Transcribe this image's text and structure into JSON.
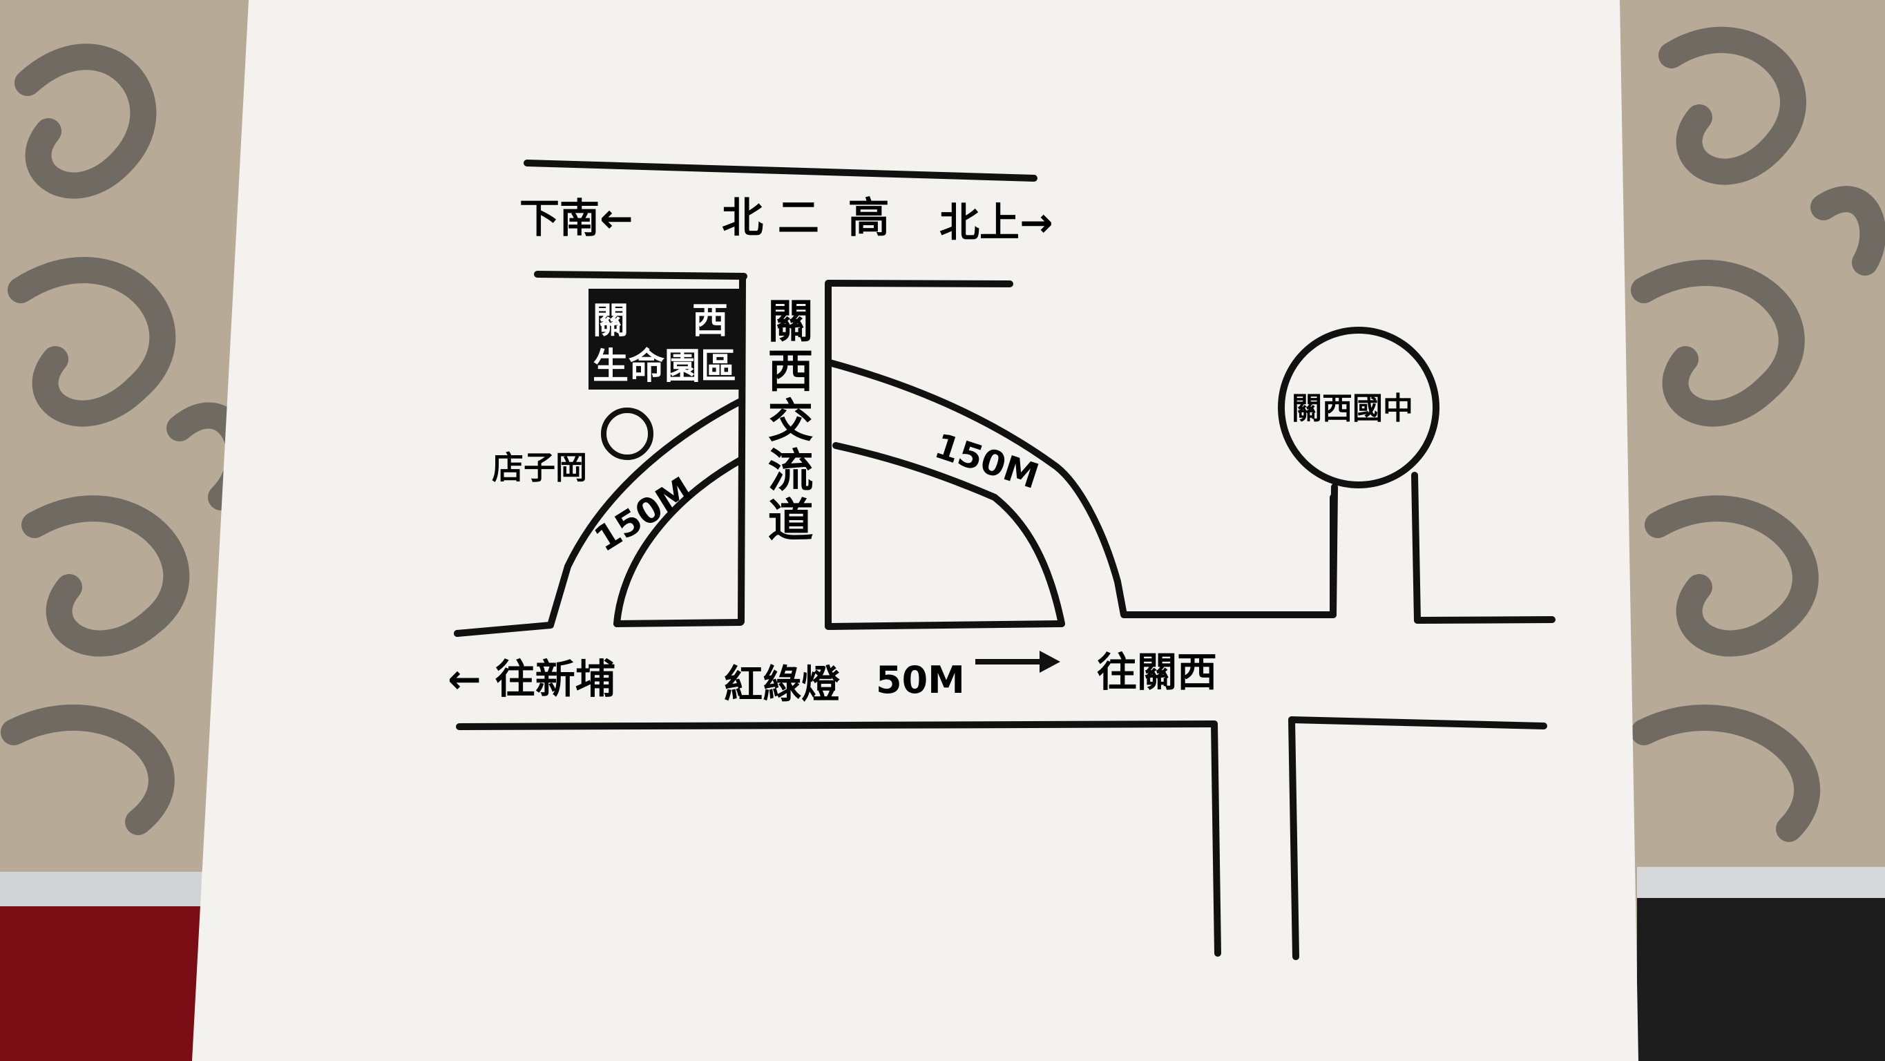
{
  "labels": {
    "south": "下南←",
    "freeway": "北 二  高",
    "north": "北上→",
    "park_line1_a": "關",
    "park_line1_b": "西",
    "park_line2": "生命園區",
    "interchange": "關西交流道",
    "landmark_dianzigang": "店子岡",
    "distance_left": "150M",
    "distance_right": "150M",
    "school": "關西國中",
    "to_xinpu": "← 往新埔",
    "traffic_light": "紅綠燈",
    "distance_bottom": "50M",
    "to_guanxi": "往關西"
  },
  "colors": {
    "paper": "#f3f2ef",
    "ink": "#111111",
    "fabric": "#b7ab98",
    "fabric_pattern": "#5e5a55",
    "red_cloth": "#7a0e14",
    "dark_shadow": "#1c1c1c"
  }
}
